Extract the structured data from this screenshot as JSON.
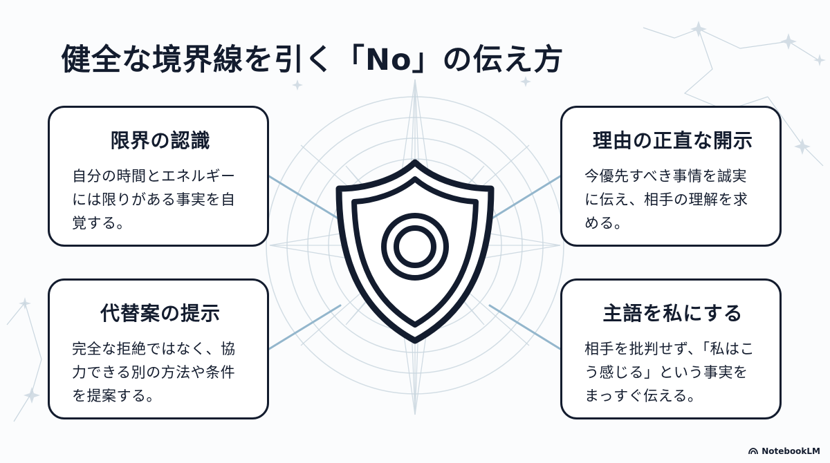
{
  "title": "健全な境界線を引く「No」の伝え方",
  "cards": [
    {
      "heading": "限界の認識",
      "body": "自分の時間とエネルギーには限りがある事実を自覚する。"
    },
    {
      "heading": "理由の正直な開示",
      "body": "今優先すべき事情を誠実に伝え、相手の理解を求める。"
    },
    {
      "heading": "代替案の提示",
      "body": "完全な拒絶ではなく、協力できる別の方法や条件を提案する。"
    },
    {
      "heading": "主語を私にする",
      "body": "相手を批判せず、「私はこう感じる」という事実をまっすぐ伝える。"
    }
  ],
  "center_icon": "shield-icon",
  "brand": {
    "label": "NotebookLM",
    "icon": "notebooklm-logo-icon"
  },
  "colors": {
    "ink": "#131c2e",
    "connector": "#93b6cc",
    "decor": "#c9d6df"
  }
}
